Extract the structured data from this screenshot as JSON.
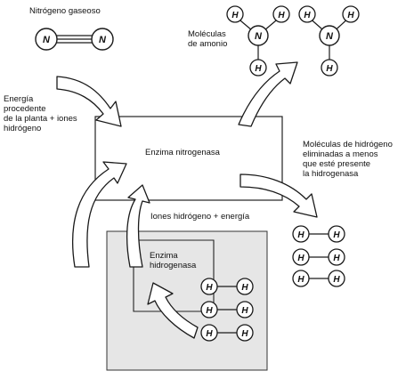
{
  "labels": {
    "nitrogen_gas": "Nitrógeno gaseoso",
    "ammonia_line1": "Moléculas",
    "ammonia_line2": "de amonio",
    "energy_line1": "Energía",
    "energy_line2": "procedente",
    "energy_line3": "de la planta + iones",
    "energy_line4": "hidrógeno",
    "nitrogenase": "Enzima nitrogenasa",
    "h2_line1": "Moléculas de hidrógeno",
    "h2_line2": "eliminadas a menos",
    "h2_line3": "que esté presente",
    "h2_line4": "la hidrogenasa",
    "ions_energy": "Iones hidrógeno + energía",
    "hydrogenase_line1": "Enzima",
    "hydrogenase_line2": "hidrogenasa"
  },
  "atoms": {
    "nitrogen": "N",
    "hydrogen": "H"
  },
  "colors": {
    "ink": "#1a1a1a",
    "paper": "#ffffff",
    "shaded_panel": "#e6e6e6",
    "arrow_fill": "#ffffff"
  }
}
